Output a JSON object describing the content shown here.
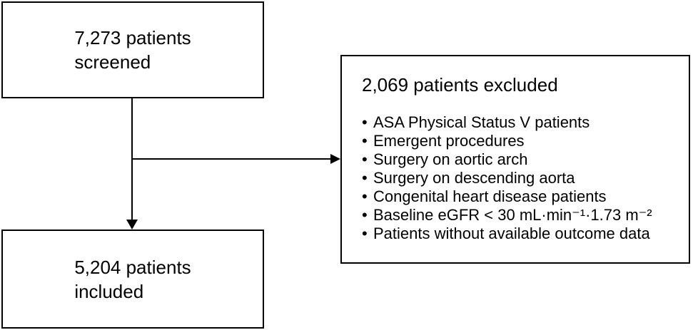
{
  "diagram": {
    "screened_box": {
      "text": "7,273 patients\nscreened"
    },
    "excluded_box": {
      "title": "2,069 patients excluded",
      "bullet_glyph": "•",
      "items": [
        "ASA Physical Status V patients",
        "Emergent procedures",
        "Surgery on aortic arch",
        "Surgery on descending aorta",
        "Congenital heart disease patients",
        "Baseline eGFR < 30 mL·min⁻¹·1.73 m⁻²",
        "Patients without available outcome data"
      ]
    },
    "included_box": {
      "text": "5,204 patients\nincluded"
    },
    "colors": {
      "border": "#000000",
      "background": "#ffffff",
      "text": "#000000"
    }
  }
}
